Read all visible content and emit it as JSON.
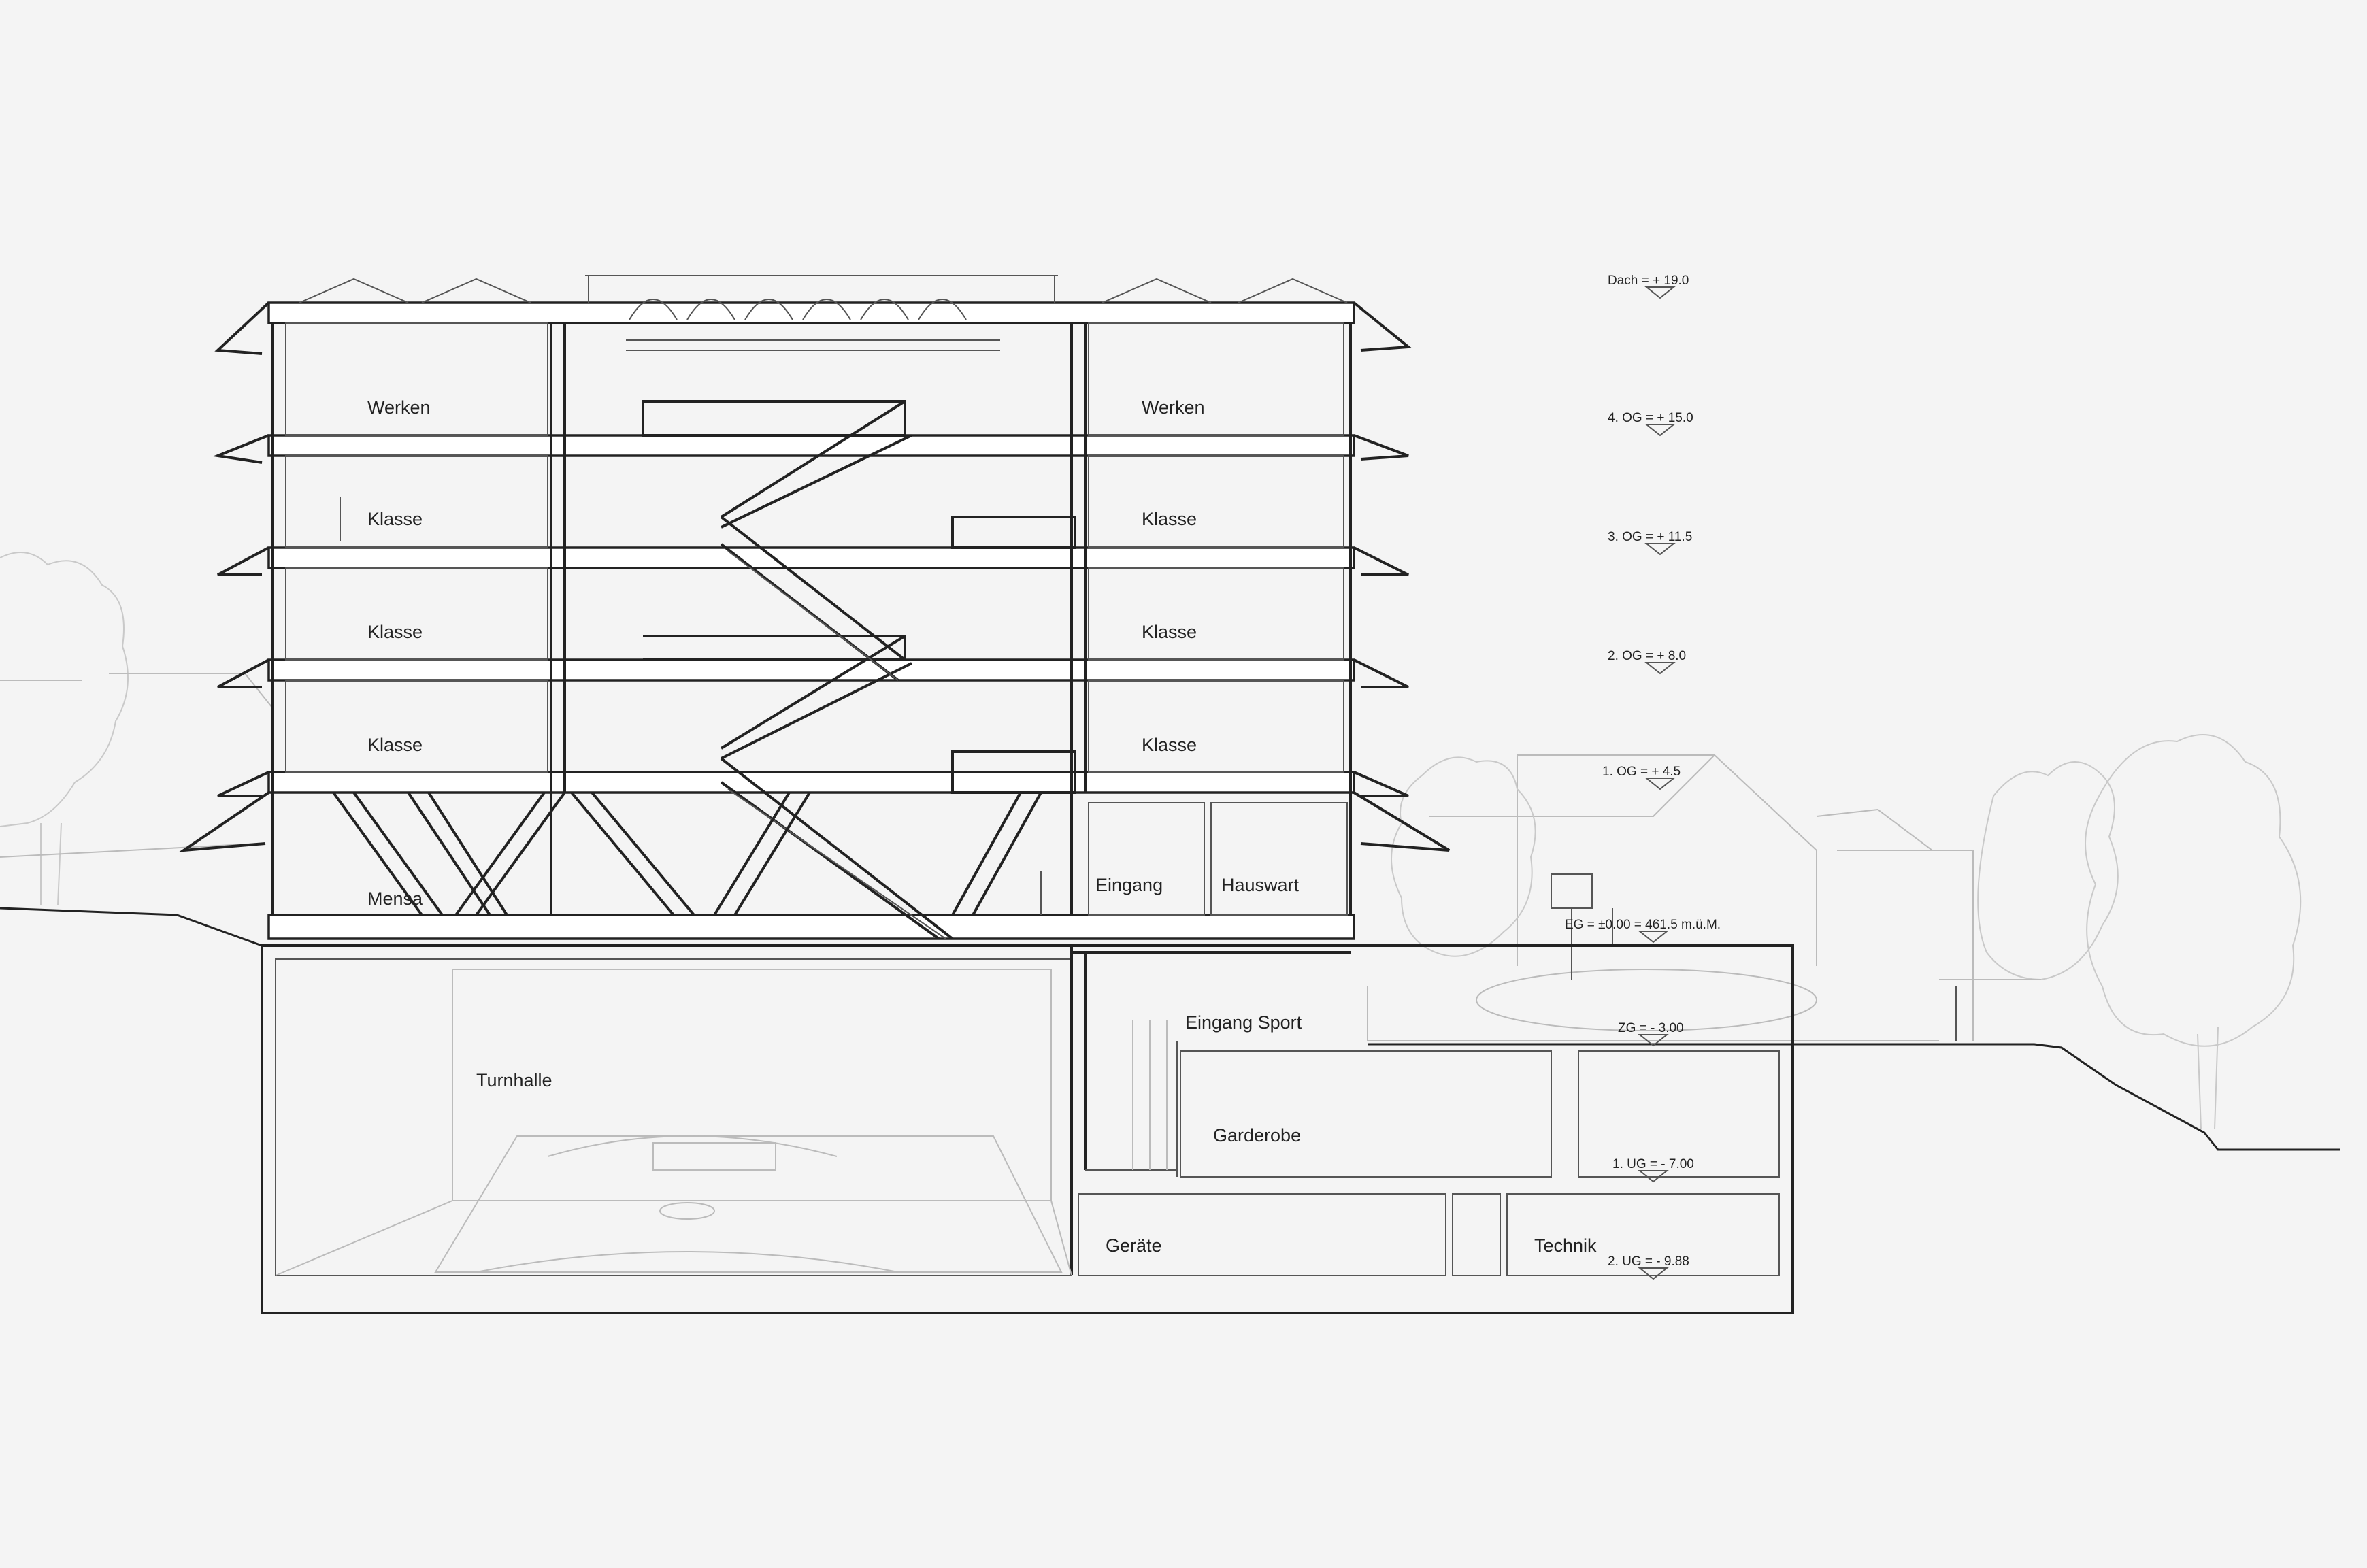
{
  "rooms": {
    "werken_left": "Werken",
    "werken_right": "Werken",
    "klasse_3og_left": "Klasse",
    "klasse_3og_right": "Klasse",
    "klasse_2og_left": "Klasse",
    "klasse_2og_right": "Klasse",
    "klasse_1og_left": "Klasse",
    "klasse_1og_right": "Klasse",
    "mensa": "Mensa",
    "eingang": "Eingang",
    "hauswart": "Hauswart",
    "eingang_sport": "Eingang Sport",
    "turnhalle": "Turnhalle",
    "garderobe": "Garderobe",
    "geraete": "Geräte",
    "technik": "Technik"
  },
  "levels": {
    "dach": "Dach = + 19.0",
    "og4": "4. OG = + 15.0",
    "og3": "3. OG = + 11.5",
    "og2": "2. OG = + 8.0",
    "og1": "1. OG = + 4.5",
    "eg": "EG = ±0.00 = 461.5 m.ü.M.",
    "zg": "ZG = - 3.00",
    "ug1": "1. UG = - 7.00",
    "ug2": "2. UG = - 9.88"
  },
  "colors": {
    "background": "#f4f4f4",
    "line": "#222222",
    "context": "#c9c9c9"
  }
}
